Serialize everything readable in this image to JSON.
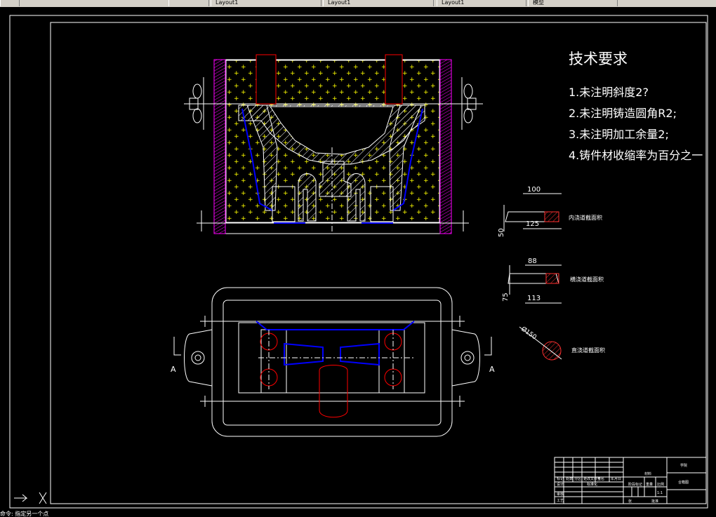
{
  "toolbar": {
    "tabs": [
      "Layout1",
      "Layout1",
      "Layout1",
      "模型"
    ]
  },
  "tech_requirements": {
    "title": "技术要求",
    "items": [
      "1.未注明斜度2?",
      "2.未注明铸造圆角R2;",
      "3.未注明加工余量2;",
      "4.铸件材收缩率为百分之一"
    ]
  },
  "sections": {
    "inner_runner": {
      "top": "100",
      "bottom": "125",
      "height": "50",
      "label": "内浇道截面积"
    },
    "cross_runner": {
      "top": "88",
      "bottom": "113",
      "height": "75",
      "label": "横浇道截面积"
    },
    "sprue": {
      "diameter": "Ø150",
      "label": "直浇道截面积"
    }
  },
  "section_marks": {
    "left": "A",
    "right": "A"
  },
  "title_block": {
    "school": "学院",
    "drawing_name": "合箱图",
    "material": "材料",
    "scale": "比例",
    "ratio": "1:1",
    "designer": "设计",
    "check": "审核",
    "approve": "批准",
    "process": "工艺",
    "sheet": "张",
    "weight": "重量",
    "marking": "标记",
    "qty": "处数",
    "zone": "分区",
    "change_no": "更改文件号",
    "sign": "签名",
    "date": "年月日",
    "stage": "阶段标记",
    "std": "标准化"
  },
  "command_line": "命令: 指定另一个点",
  "colors": {
    "outline": "#ffffff",
    "sand": "#ffff00",
    "hatch": "#ffffff",
    "riser": "#ff0000",
    "core": "#0000ff",
    "flask_side": "#ff00ff",
    "background": "#000000"
  }
}
